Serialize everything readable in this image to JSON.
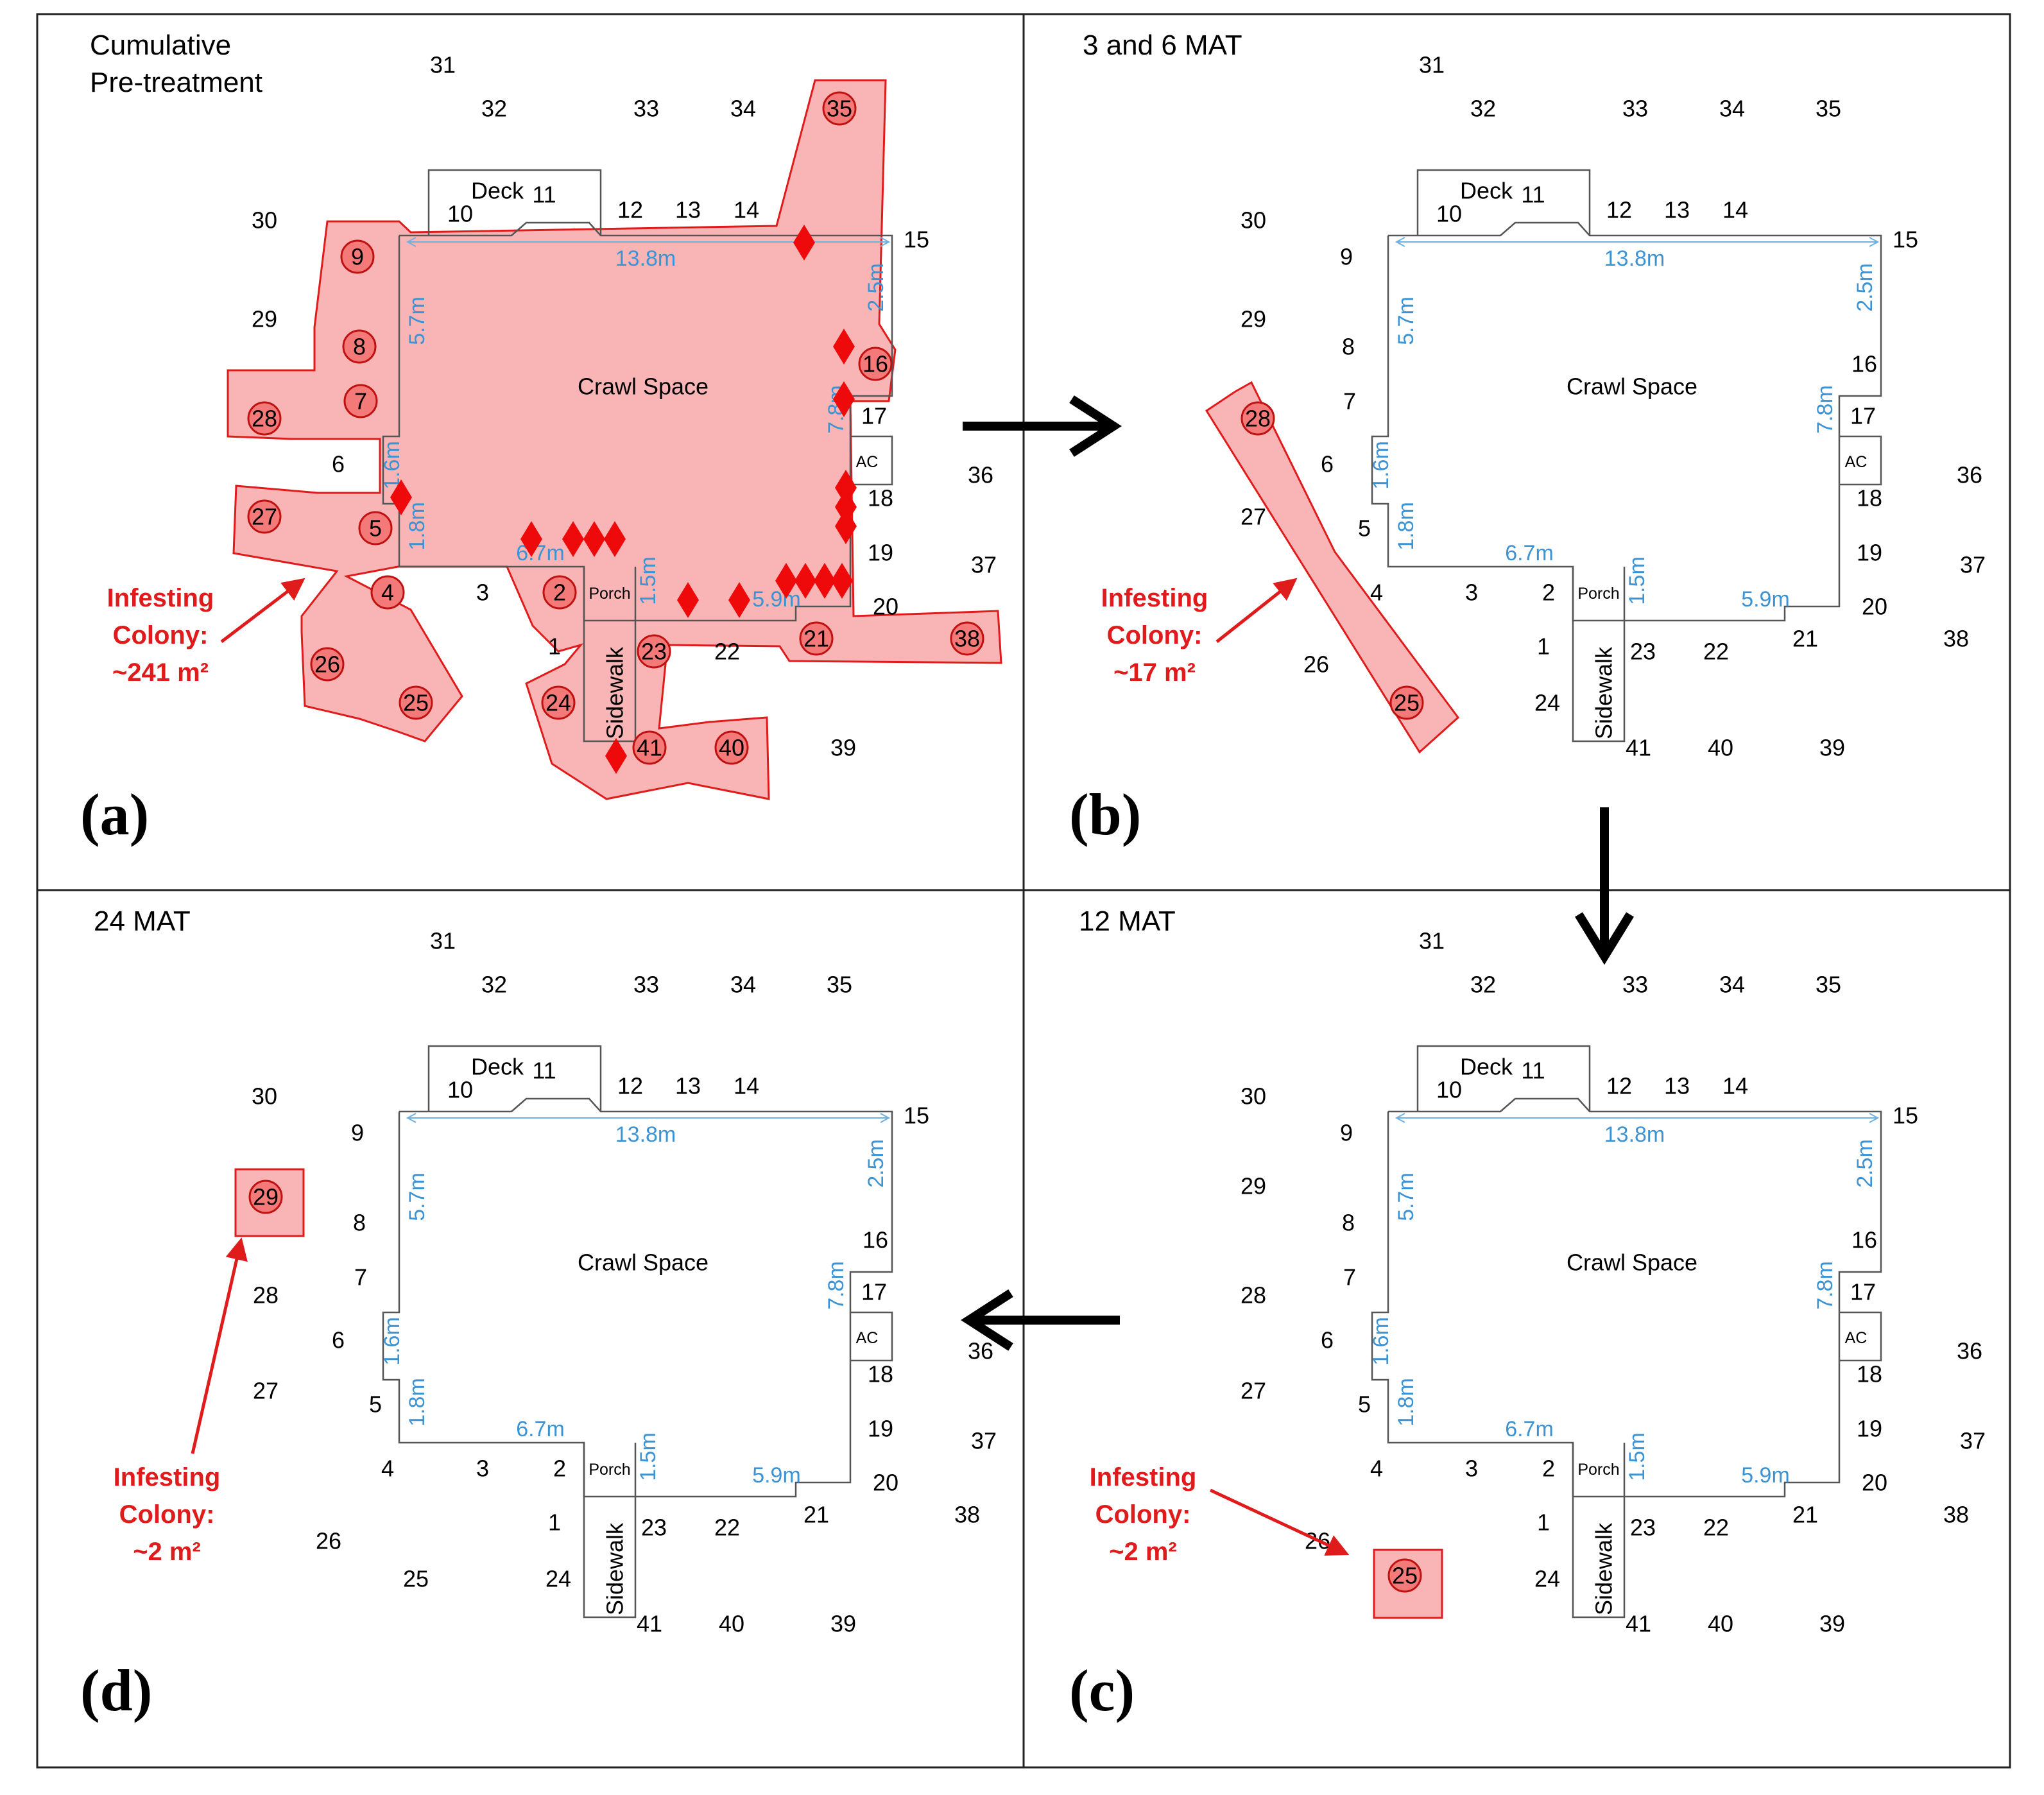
{
  "panels": [
    {
      "id": "a",
      "letter": "(a)",
      "title": [
        "Cumulative",
        "Pre-treatment"
      ],
      "colony_label": "Infesting",
      "colony_label2": "Colony:",
      "colony_area": "~241 m²"
    },
    {
      "id": "b",
      "letter": "(b)",
      "title": [
        "3 and 6 MAT"
      ],
      "colony_label": "Infesting",
      "colony_label2": "Colony:",
      "colony_area": "~17 m²"
    },
    {
      "id": "c",
      "letter": "(c)",
      "title": [
        "12 MAT"
      ],
      "colony_label": "Infesting",
      "colony_label2": "Colony:",
      "colony_area": "~2 m²"
    },
    {
      "id": "d",
      "letter": "(d)",
      "title": [
        "24 MAT"
      ],
      "colony_label": "Infesting",
      "colony_label2": "Colony:",
      "colony_area": "~2 m²"
    }
  ],
  "house_labels": {
    "crawl_space": "Crawl Space",
    "deck": "Deck",
    "porch": "Porch",
    "sidewalk": "Sidewalk",
    "ac": "AC"
  },
  "dimensions": {
    "top": "13.8m",
    "left_upper": "5.7m",
    "left_notch": "1.6m",
    "left_lower": "1.8m",
    "bottom_left": "6.7m",
    "porch_side": "1.5m",
    "bottom_right": "5.9m",
    "right_upper": "2.5m",
    "right_lower": "7.8m"
  },
  "stations": [
    "1",
    "2",
    "3",
    "4",
    "5",
    "6",
    "7",
    "8",
    "9",
    "10",
    "11",
    "12",
    "13",
    "14",
    "15",
    "16",
    "17",
    "18",
    "19",
    "20",
    "21",
    "22",
    "23",
    "24",
    "25",
    "26",
    "27",
    "28",
    "29",
    "30",
    "31",
    "32",
    "33",
    "34",
    "35",
    "36",
    "37",
    "38",
    "39",
    "40",
    "41"
  ],
  "active_stations": {
    "a": [
      "2",
      "4",
      "5",
      "7",
      "8",
      "9",
      "16",
      "21",
      "23",
      "24",
      "25",
      "26",
      "27",
      "28",
      "35",
      "38",
      "40",
      "41"
    ],
    "b": [
      "25",
      "28"
    ],
    "c": [
      "25"
    ],
    "d": [
      "29"
    ]
  },
  "colors": {
    "infested_fill": "#f8a8a8",
    "infested_stroke": "#e01b1b",
    "dimension_text": "#3c93d4",
    "house_outline": "#555555"
  }
}
